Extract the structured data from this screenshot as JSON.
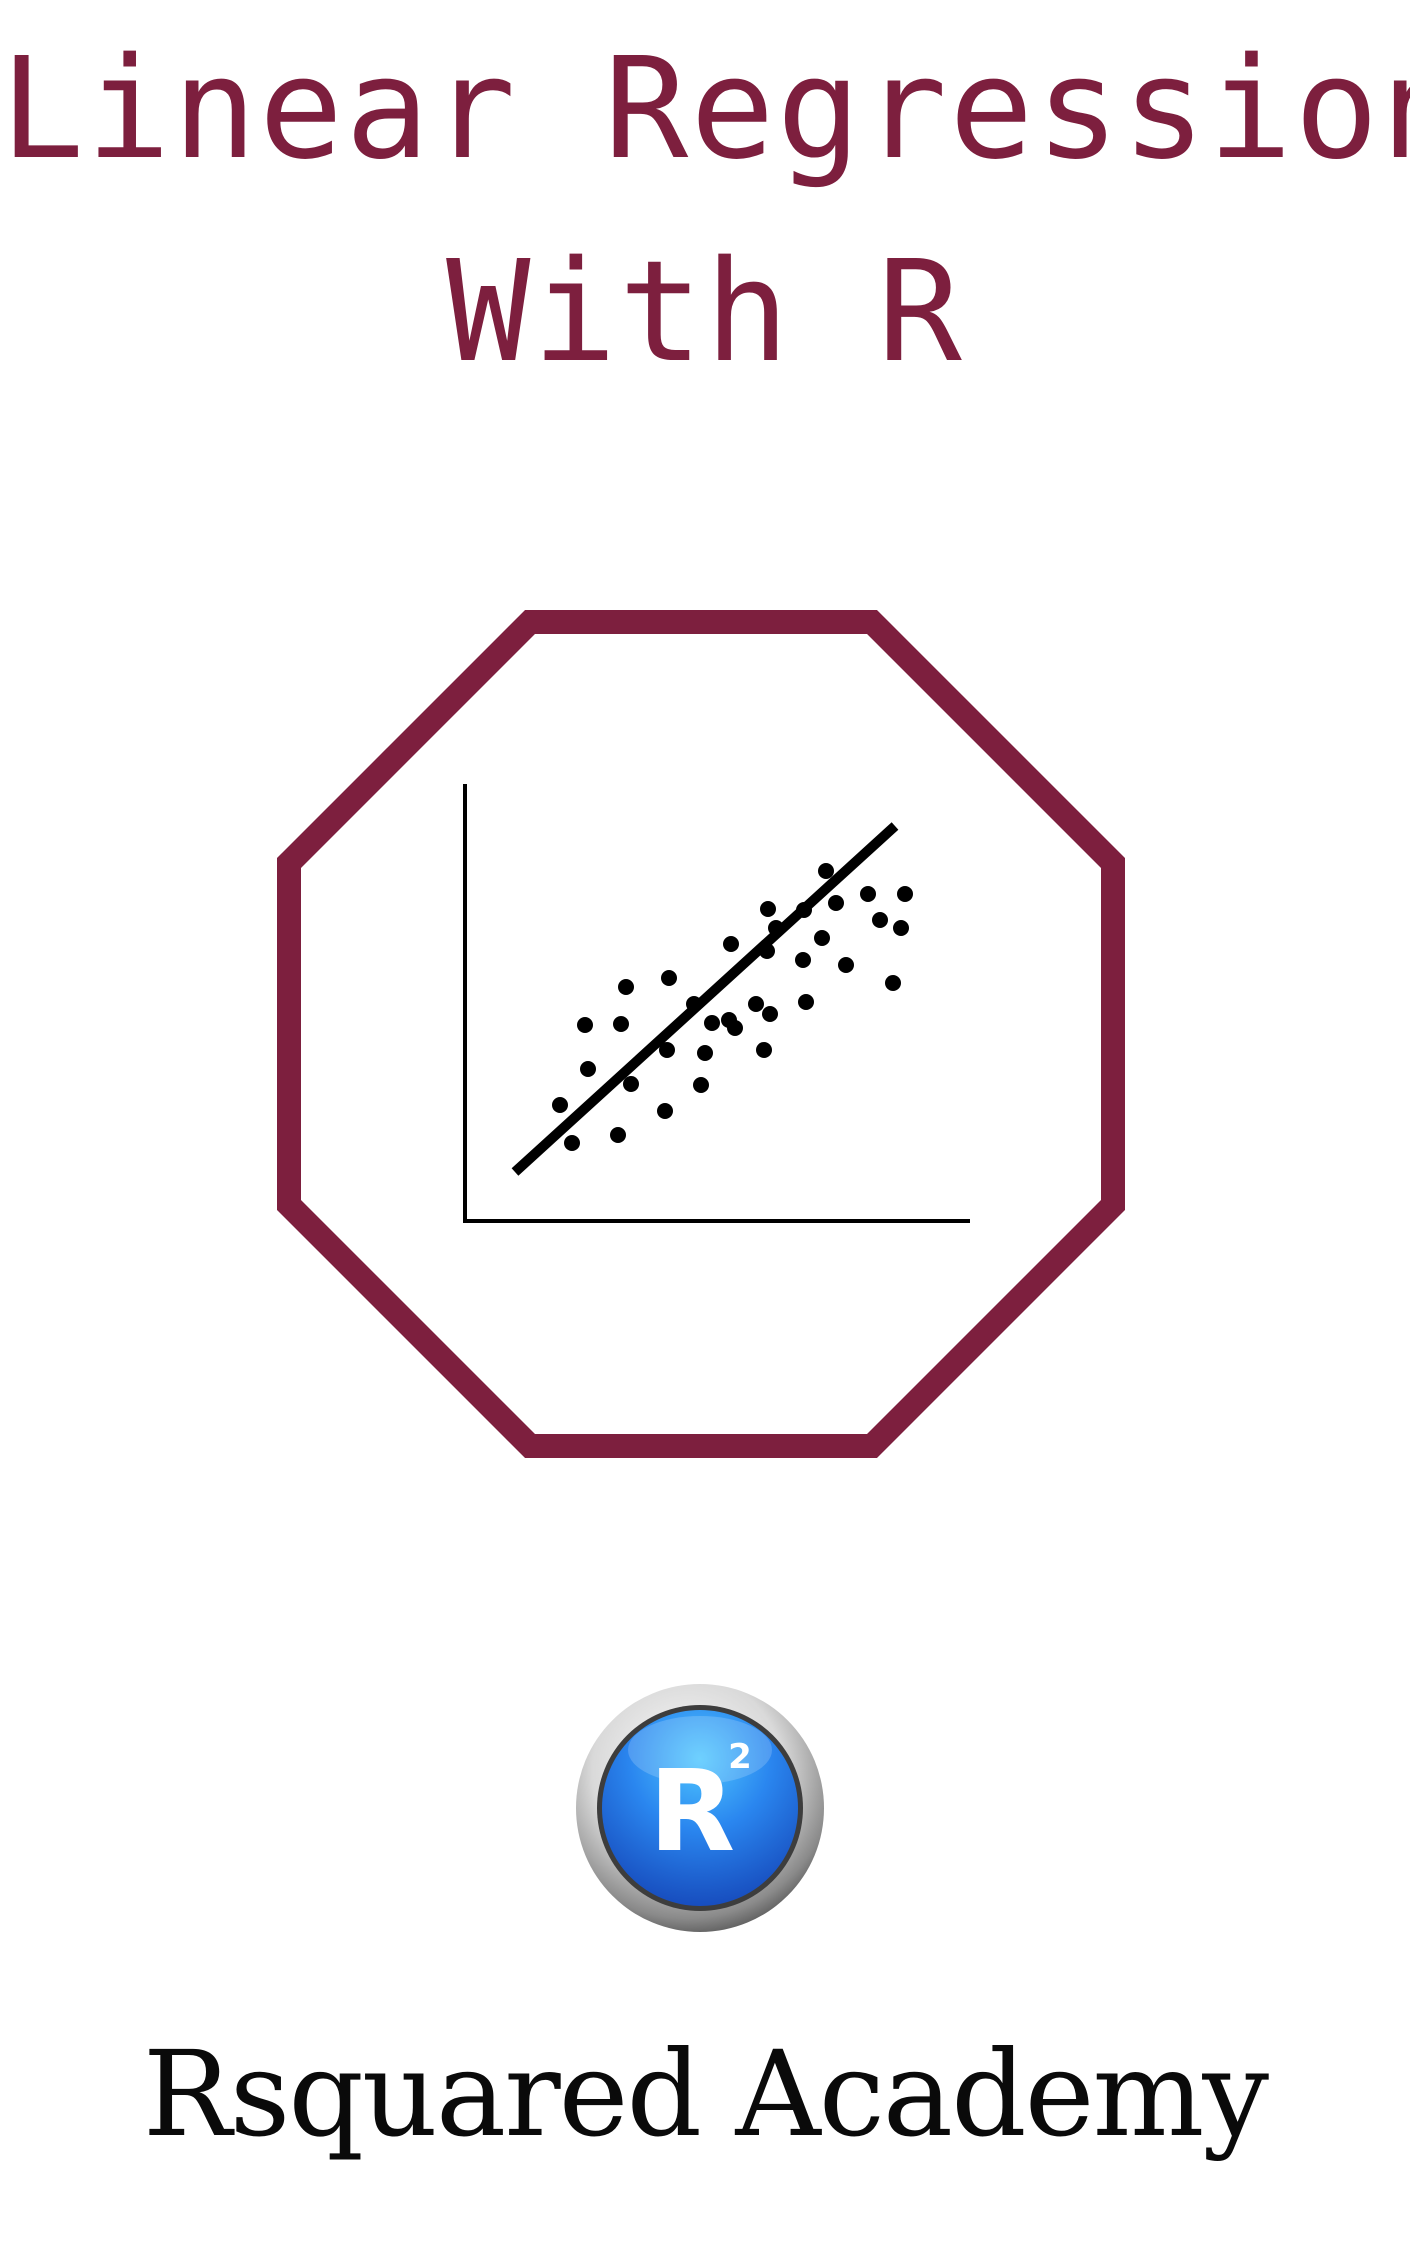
{
  "title": {
    "line1": "Linear Regression",
    "line2": "With R"
  },
  "emblem": {
    "shape": "octagon",
    "icon": "scatter-plot-with-regression-line-icon",
    "frame_color": "#7d1f3e"
  },
  "logo": {
    "letter": "R",
    "superscript": "2",
    "icon": "r-squared-logo-icon"
  },
  "brand": "Rsquared Academy",
  "colors": {
    "accent": "#7d1f3e",
    "text": "#0a0a0a",
    "logo_blue": "#1f63d8"
  }
}
